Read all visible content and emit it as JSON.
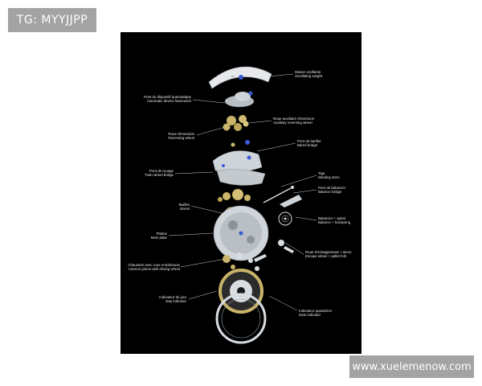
{
  "tag": "TG: MYYJJPP",
  "watermark": "www.xuelemenow.com",
  "colors": {
    "poster_bg": "#000000",
    "tag_bg": "#a3a3a3",
    "gold": "#c9b46a",
    "silver": "#d8dde2",
    "blue": "#3b5bd6"
  },
  "parts": {
    "oscillating_weight": {
      "fr": "Masse oscillante",
      "en": "Oscillating weight"
    },
    "automatic_framework": {
      "fr": "Pont du dispositif automatique",
      "en": "Automatic device framework"
    },
    "auxiliary_reversing": {
      "fr": "Roue auxiliaire d'inversion",
      "en": "Auxiliary reversing wheel"
    },
    "reversing_wheel": {
      "fr": "Roue d'inversion",
      "en": "Reversing wheel"
    },
    "barrel_bridge": {
      "fr": "Pont de barillet",
      "en": "Barrel bridge"
    },
    "train_wheel_bridge": {
      "fr": "Pont de rouage",
      "en": "Train wheel bridge"
    },
    "winding_stem": {
      "fr": "Tige",
      "en": "Winding stem"
    },
    "balance_bridge": {
      "fr": "Pont de balancier",
      "en": "Balance bridge"
    },
    "barrel": {
      "fr": "Barillet",
      "en": "Barrel"
    },
    "balance_spring": {
      "fr": "Balancier + spiral",
      "en": "Balance + hairspring"
    },
    "main_plate": {
      "fr": "Platine",
      "en": "Main plate"
    },
    "escape_wheel": {
      "fr": "Roue d'échappement + ancre",
      "en": "Escape wheel + pallet fork"
    },
    "cannon_pinion": {
      "fr": "Chaussée avec roue entraîneuse",
      "en": "Cannon pinion with driving wheel"
    },
    "day_indicator": {
      "fr": "Indicateur de jour",
      "en": "Day indicator"
    },
    "date_indicator": {
      "fr": "Indicateur quantième",
      "en": "Date indicator"
    }
  }
}
